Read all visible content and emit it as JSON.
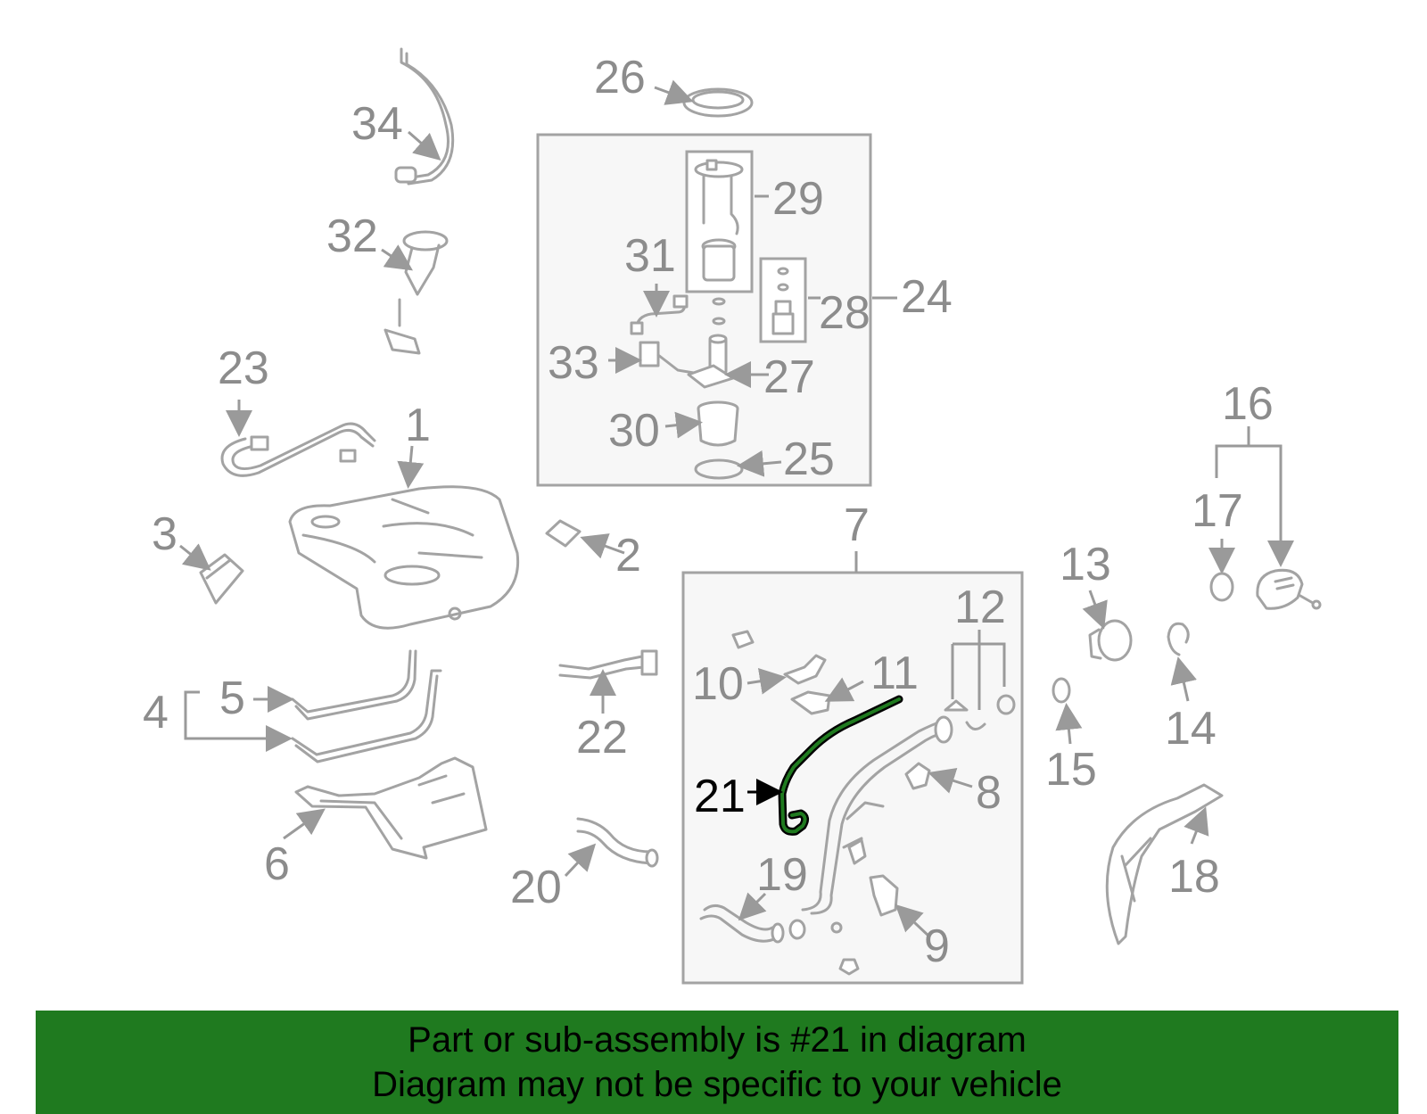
{
  "labels": {
    "l1": "1",
    "l2": "2",
    "l3": "3",
    "l4": "4",
    "l5": "5",
    "l6": "6",
    "l7": "7",
    "l8": "8",
    "l9": "9",
    "l10": "10",
    "l11": "11",
    "l12": "12",
    "l13": "13",
    "l14": "14",
    "l15": "15",
    "l16": "16",
    "l17": "17",
    "l18": "18",
    "l19": "19",
    "l20": "20",
    "l21": "21",
    "l22": "22",
    "l23": "23",
    "l24": "24",
    "l25": "25",
    "l26": "26",
    "l27": "27",
    "l28": "28",
    "l29": "29",
    "l30": "30",
    "l31": "31",
    "l32": "32",
    "l33": "33",
    "l34": "34"
  },
  "highlight": {
    "part_number": "21",
    "color": "#1f7a1f"
  },
  "banner": {
    "line1": "Part or sub-assembly is #21 in diagram",
    "line2": "Diagram may not be specific to your vehicle"
  },
  "colors": {
    "part_gray": "#a3a3a3",
    "highlight_green": "#1f7a1f",
    "banner_green": "#1f7a1f"
  }
}
